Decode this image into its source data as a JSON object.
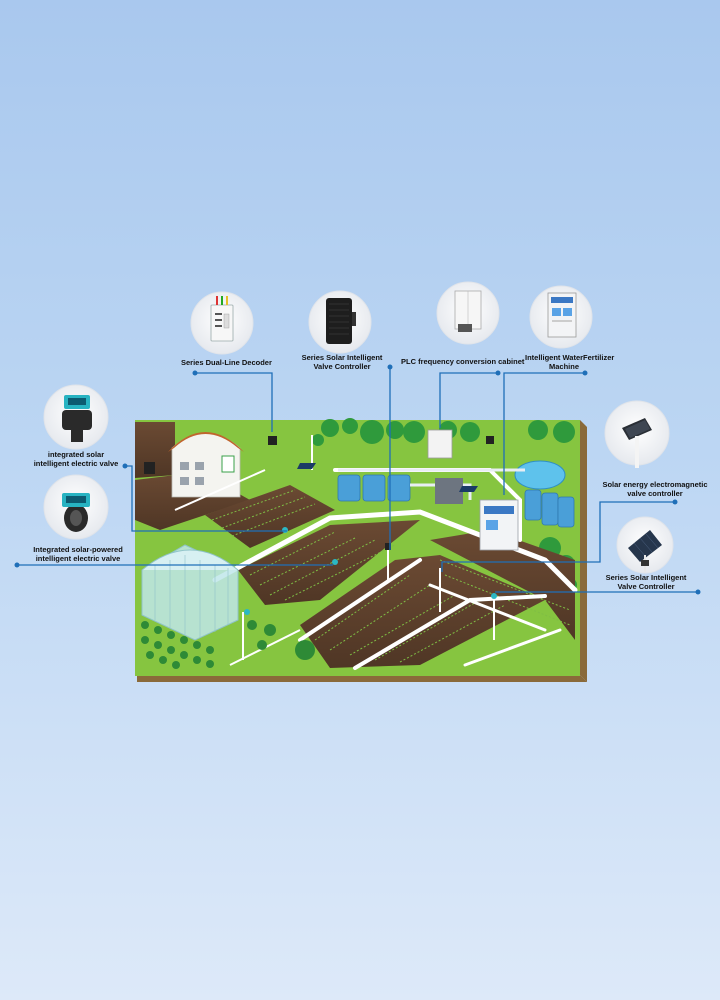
{
  "labels": {
    "dual_line_decoder": "Series Dual-Line Decoder",
    "solar_valve_controller_top_1": "Series Solar Intelligent",
    "solar_valve_controller_top_2": "Valve Controller",
    "plc_cabinet": "PLC frequency conversion cabinet",
    "water_fertilizer_1": "Intelligent WaterFertilizer",
    "water_fertilizer_2": "Machine",
    "integrated_valve_1": "integrated solar",
    "integrated_valve_2": "intelligent electric valve",
    "integrated_powered_valve_1": "Integrated solar-powered",
    "integrated_powered_valve_2": "intelligent electric valve",
    "electromagnetic_valve_1": "Solar energy electromagnetic",
    "electromagnetic_valve_2": "valve controller",
    "solar_valve_controller_right_1": "Series Solar Intelligent",
    "solar_valve_controller_right_2": "Valve Controller"
  },
  "colors": {
    "leader_line": "#1f6fb8",
    "grass": "#86c540",
    "soil": "#5a3f2c",
    "road": "#ffffff",
    "tank": "#4a9fd8"
  },
  "icons": [
    "dual-line-decoder-icon",
    "solar-valve-controller-icon",
    "plc-cabinet-icon",
    "water-fertilizer-machine-icon",
    "integrated-solar-valve-icon",
    "integrated-solar-powered-valve-icon",
    "solar-panel-icon",
    "solar-panel-stand-icon"
  ]
}
